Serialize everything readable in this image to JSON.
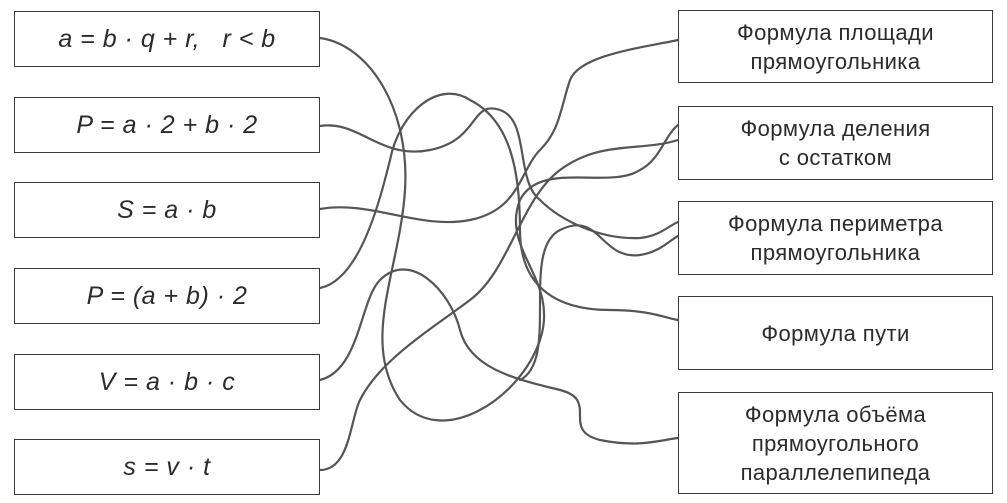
{
  "formulas": [
    "a = b · q + r,   r < b",
    "P = a · 2 + b · 2",
    "S = a · b",
    "P = (a + b) · 2",
    "V = a · b · c",
    "s = v · t"
  ],
  "labels": [
    [
      "Формула площади",
      "прямоугольника"
    ],
    [
      "Формула деления",
      "с остатком"
    ],
    [
      "Формула периметра",
      "прямоугольника"
    ],
    [
      "Формула пути"
    ],
    [
      "Формула объёма",
      "прямоугольного",
      "параллелепипеда"
    ]
  ]
}
